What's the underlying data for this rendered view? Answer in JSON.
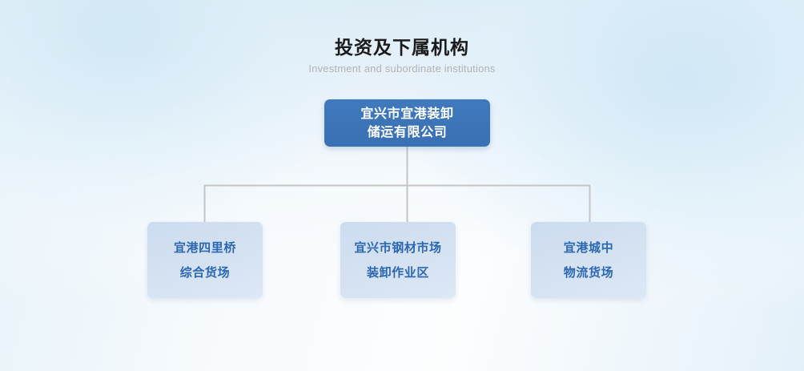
{
  "heading": {
    "title": "投资及下属机构",
    "subtitle": "Investment and subordinate institutions"
  },
  "colors": {
    "root_fill": "#3a70b4",
    "root_text": "#ffffff",
    "child_fill": "#cedeef",
    "child_text": "#2b67b2",
    "connector": "#c5c5c5",
    "title_text": "#1b1b1b",
    "subtitle_text": "#b3b3b3",
    "background_top": "#dbecf6",
    "background_bottom": "#ffffff"
  },
  "org_chart": {
    "root": {
      "lines": [
        "宜兴市宜港装卸",
        "储运有限公司"
      ],
      "full_name": "宜兴市宜港装卸储运有限公司"
    },
    "children": [
      {
        "lines": [
          "宜港四里桥",
          "综合货场"
        ],
        "full_name": "宜港四里桥综合货场"
      },
      {
        "lines": [
          "宜兴市钢材市场",
          "装卸作业区"
        ],
        "full_name": "宜兴市钢材市场装卸作业区"
      },
      {
        "lines": [
          "宜港城中",
          "物流货场"
        ],
        "full_name": "宜港城中物流货场"
      }
    ]
  }
}
